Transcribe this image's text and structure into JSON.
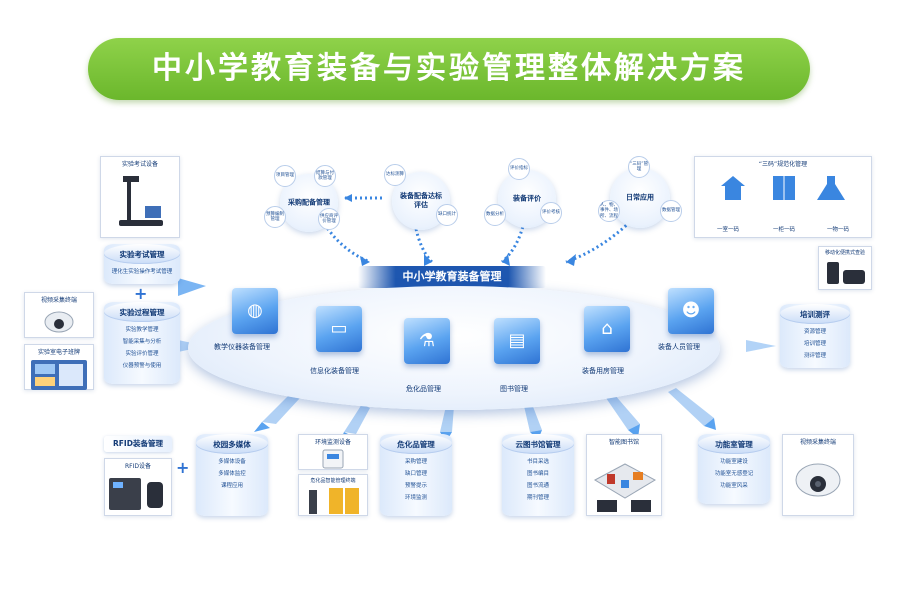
{
  "title": "中小学教育装备与实验管理整体解决方案",
  "hub": {
    "title": "中小学教育装备管理"
  },
  "top_circles": [
    {
      "center": "采购配备管理",
      "sats": [
        "项目管理",
        "结算与付款管理",
        "供应商评价管理",
        "预算编制管理"
      ]
    },
    {
      "center": "装备配备达标评估",
      "sats": [
        "达标测算",
        "缺口统计"
      ]
    },
    {
      "center": "装备评价",
      "sats": [
        "评价指标",
        "评价考核",
        "数据分析"
      ]
    },
    {
      "center": "日常应用",
      "sats": [
        "“三码”管理",
        "数据管理",
        "人、物、事件、场所、流程"
      ]
    }
  ],
  "left": {
    "exam_device_title": "实验考试设备",
    "exam_mgmt": {
      "title": "实验考试管理",
      "items": [
        "理化生实验操作考试管理"
      ]
    },
    "process_mgmt": {
      "title": "实验过程管理",
      "items": [
        "实验教学管理",
        "智能采集与分析",
        "实验评价管理",
        "仪器预警与使用"
      ]
    },
    "video_term_title": "视频采集终端",
    "elec_board_title": "实验室电子班牌"
  },
  "right": {
    "three_code": {
      "title": "“三码”规范化管理",
      "items": [
        "一室一码",
        "一柜一码",
        "一物一码"
      ]
    },
    "mobile_title": "移动化便携式查验",
    "training": {
      "title": "培训测评",
      "items": [
        "资源管理",
        "培训管理",
        "测评管理"
      ]
    }
  },
  "cubes": [
    {
      "label": "教学仪器装备管理",
      "icon": "globe-icon"
    },
    {
      "label": "信息化装备管理",
      "icon": "monitor-icon"
    },
    {
      "label": "危化品管理",
      "icon": "flask-icon"
    },
    {
      "label": "图书管理",
      "icon": "book-icon"
    },
    {
      "label": "装备用房管理",
      "icon": "house-icon"
    },
    {
      "label": "装备人员管理",
      "icon": "people-icon"
    }
  ],
  "bottom": {
    "rfid": {
      "title": "RFID装备管理",
      "device": "RFID设备"
    },
    "media": {
      "title": "校园多媒体",
      "items": [
        "多媒体设备",
        "多媒体监控",
        "课程应用"
      ]
    },
    "env": {
      "title": "环境监测设备",
      "terminal": "危化品智能管理终端"
    },
    "hazard": {
      "title": "危化品管理",
      "items": [
        "采购管理",
        "缺口管理",
        "预警提示",
        "环境监测"
      ]
    },
    "library": {
      "title": "云图书馆管理",
      "items": [
        "书目采选",
        "图书编目",
        "图书流通",
        "期刊管理"
      ]
    },
    "smart_lib": {
      "title": "智能图书馆"
    },
    "room": {
      "title": "功能室管理",
      "items": [
        "功能室建设",
        "功能室无感登记",
        "功能室风采"
      ]
    },
    "video": {
      "title": "视频采集终端"
    }
  },
  "colors": {
    "accent": "#1e57b0",
    "banner": "#6bb72c",
    "light": "#eaf2fd"
  }
}
